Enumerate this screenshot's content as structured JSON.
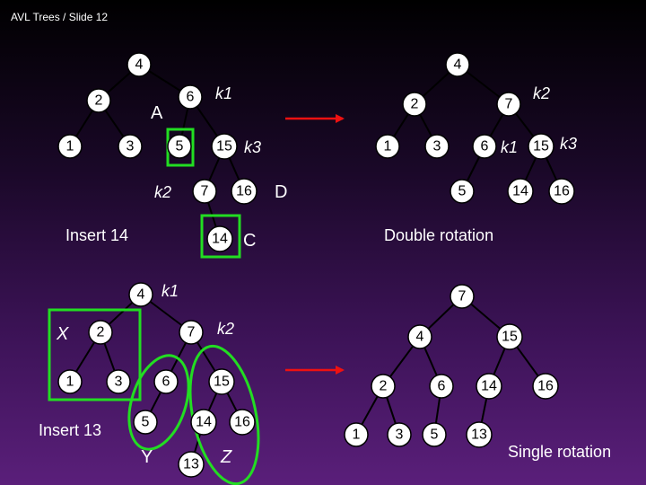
{
  "header": {
    "breadcrumb": "AVL Trees / Slide 12"
  },
  "colors": {
    "node_fill": "#ffffff",
    "highlight_green": "#22dd22",
    "arrow_red": "#ee1111",
    "text": "#ffffff"
  },
  "diagram_1": {
    "nodes": [
      "4",
      "2",
      "6",
      "1",
      "3",
      "5",
      "15",
      "7",
      "16",
      "14"
    ],
    "labels": {
      "a": "A",
      "k1": "k1",
      "k3": "k3",
      "k2": "k2",
      "d": "D",
      "c": "C"
    },
    "caption": "Insert 14"
  },
  "diagram_2": {
    "nodes": [
      "4",
      "2",
      "7",
      "1",
      "3",
      "6",
      "15",
      "5",
      "14",
      "16"
    ],
    "labels": {
      "k2": "k2",
      "k1": "k1",
      "k3": "k3"
    },
    "caption": "Double rotation"
  },
  "diagram_3": {
    "nodes": [
      "4",
      "2",
      "7",
      "1",
      "3",
      "6",
      "15",
      "5",
      "14",
      "16",
      "13"
    ],
    "labels": {
      "k1": "k1",
      "x": "X",
      "k2": "k2",
      "y": "Y",
      "z": "Z"
    },
    "caption": "Insert 13"
  },
  "diagram_4": {
    "nodes": [
      "7",
      "4",
      "15",
      "2",
      "6",
      "14",
      "16",
      "1",
      "3",
      "5",
      "13"
    ],
    "caption": "Single rotation"
  }
}
